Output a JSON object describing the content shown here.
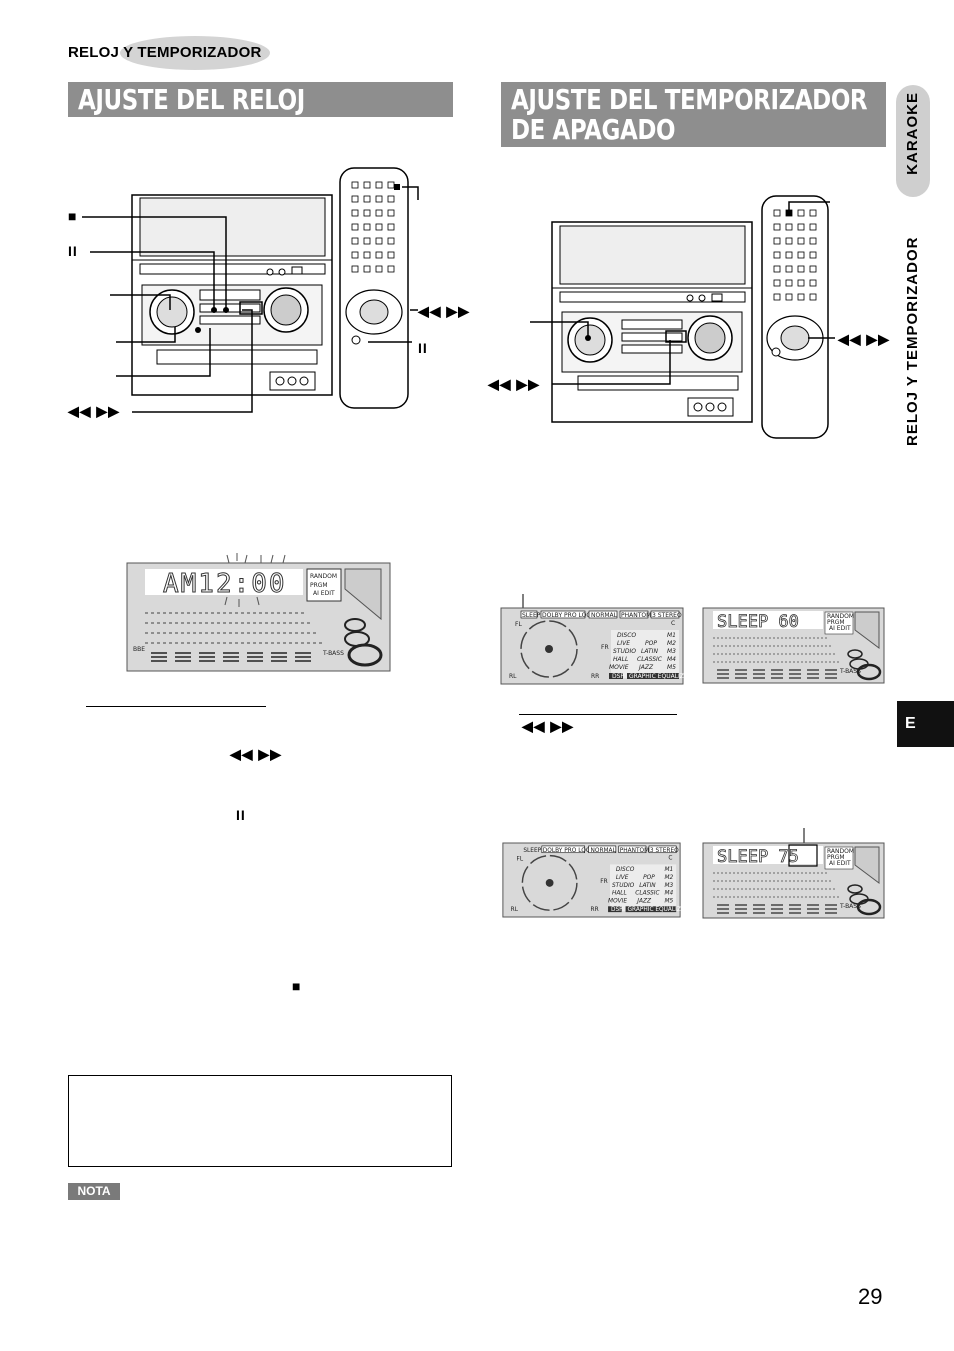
{
  "header": {
    "section": "RELOJ Y TEMPORIZADOR"
  },
  "titles": {
    "clock": "AJUSTE DEL RELOJ",
    "timer_line1": "AJUSTE DEL TEMPORIZADOR",
    "timer_line2": "DE APAGADO"
  },
  "side_tabs": {
    "karaoke": "KARAOKE",
    "clock_timer": "RELOJ Y TEMPORIZADOR",
    "language": "E"
  },
  "callouts": {
    "stop": "■",
    "pause": "II",
    "skip": "◀◀ ▶▶"
  },
  "displays": {
    "clock_time": "AM12:00",
    "random": "RANDOM",
    "prgm": "PRGM",
    "ai_edit": "AI  EDIT",
    "bbe": "BBE",
    "t_bass": "T-BASS",
    "sleep_60": "SLEEP  60",
    "sleep_75": "SLEEP  75",
    "sleep": "SLEEP",
    "dolby": "DOLBY PRO LOGIC",
    "normal": "NORMAL",
    "phantom": "PHANTOM",
    "stereo": "3 STEREO",
    "c": "C",
    "fl": "FL",
    "fr": "FR",
    "rl": "RL",
    "rr": "RR",
    "modes": [
      "DISCO",
      "LIVE",
      "STUDIO",
      "HALL",
      "MOVIE"
    ],
    "eq": [
      "POP",
      "LATIN",
      "CLASSIC",
      "JAZZ"
    ],
    "memories": [
      "M1",
      "M2",
      "M3",
      "M4",
      "M5"
    ],
    "dsp": "DSP",
    "graphic_eq": "GRAPHIC EQUALIZER"
  },
  "nota": "NOTA",
  "page_number": "29"
}
